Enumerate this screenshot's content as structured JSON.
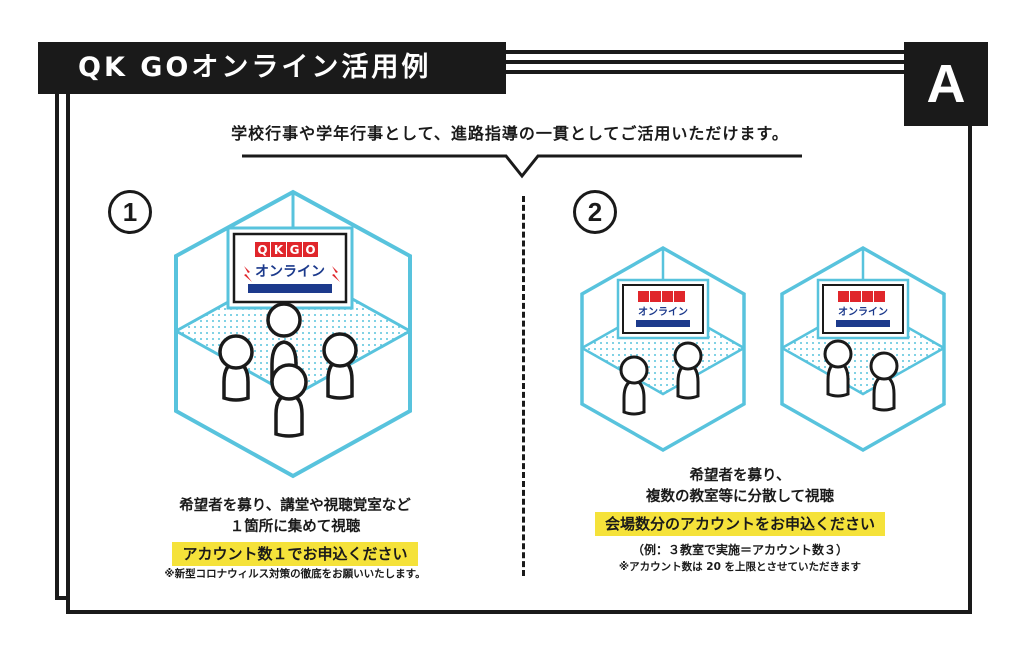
{
  "badge": "A",
  "title": "QK GOオンライン活用例",
  "subtitle": "学校行事や学年行事として、進路指導の一貫としてご活用いただけます。",
  "colors": {
    "accent_blue": "#58c3dd",
    "highlight_yellow": "#f5e23a",
    "ink": "#1a1a1a",
    "logo_red": "#e0262b",
    "logo_navy": "#1c3a8c"
  },
  "screen_logo": {
    "letters": [
      "Q",
      "K",
      "G",
      "O"
    ],
    "text": "オンライン"
  },
  "example1": {
    "number": "1",
    "people_count": 4,
    "caption_lines": [
      "希望者を募り、講堂や視聴覚室など",
      "１箇所に集めて視聴"
    ],
    "highlight": "アカウント数１でお申込ください",
    "note": "※新型コロナウィルス対策の徹底をお願いいたします。"
  },
  "example2": {
    "number": "2",
    "rooms": 2,
    "people_per_room": 2,
    "caption_lines": [
      "希望者を募り、",
      "複数の教室等に分散して視聴"
    ],
    "highlight": "会場数分のアカウントをお申込ください",
    "example_note": "（例：３教室で実施＝アカウント数３）",
    "note": "※アカウント数は 20 を上限とさせていただきます"
  }
}
